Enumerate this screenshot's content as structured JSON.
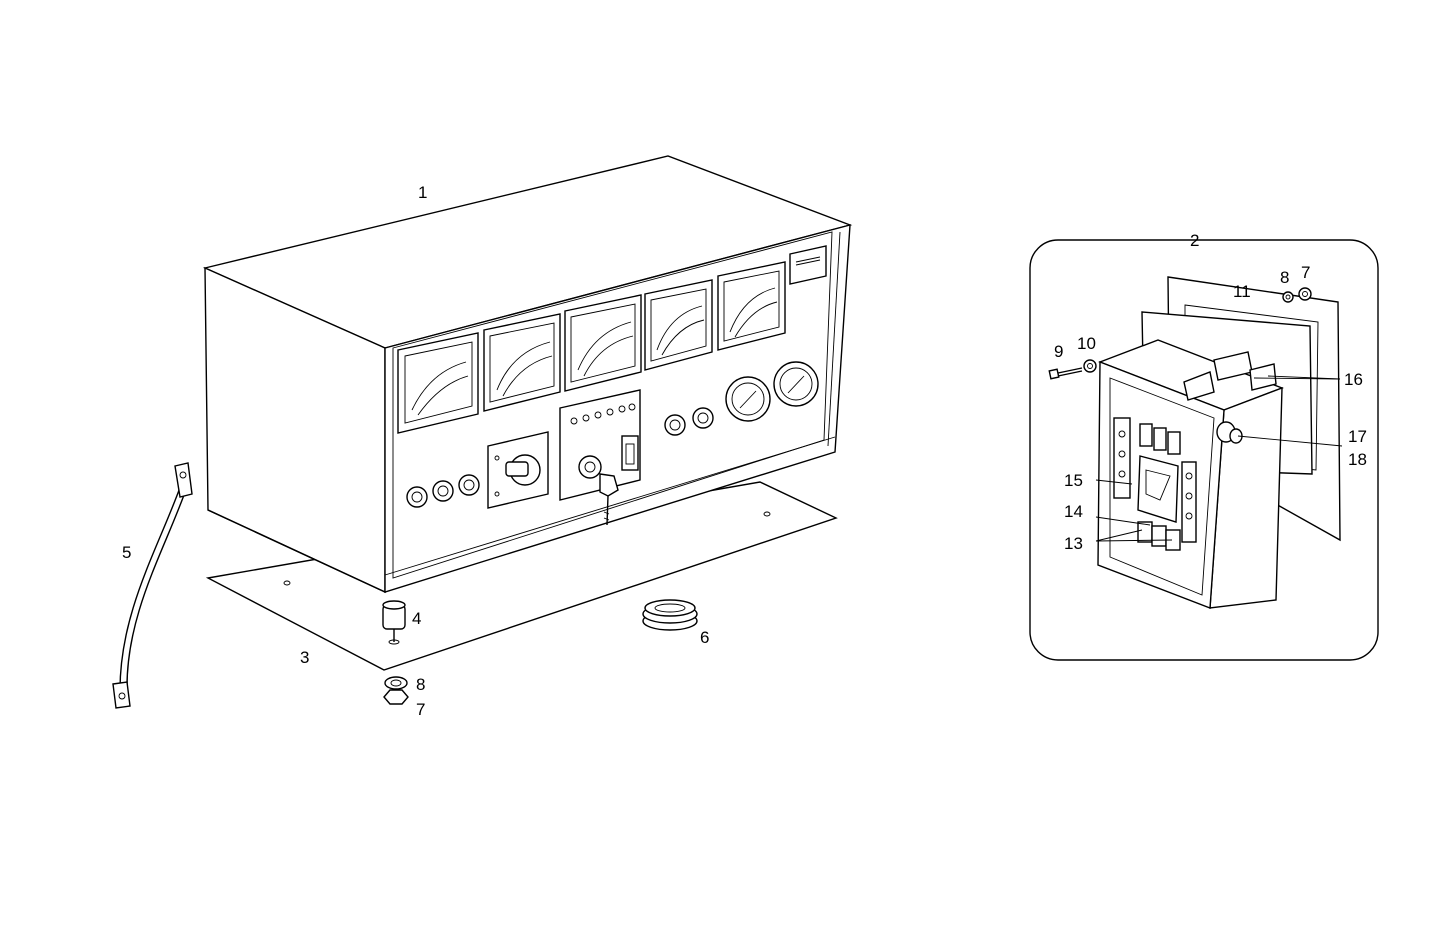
{
  "callouts": {
    "c1": "1",
    "c2": "2",
    "c3": "3",
    "c4": "4",
    "c5": "5",
    "c6": "6",
    "c7": "7",
    "c8": "8",
    "c7b": "7",
    "c8b": "8",
    "c9": "9",
    "c10": "10",
    "c11": "11",
    "c13": "13",
    "c14": "14",
    "c15": "15",
    "c16": "16",
    "c17": "17",
    "c18": "18"
  }
}
